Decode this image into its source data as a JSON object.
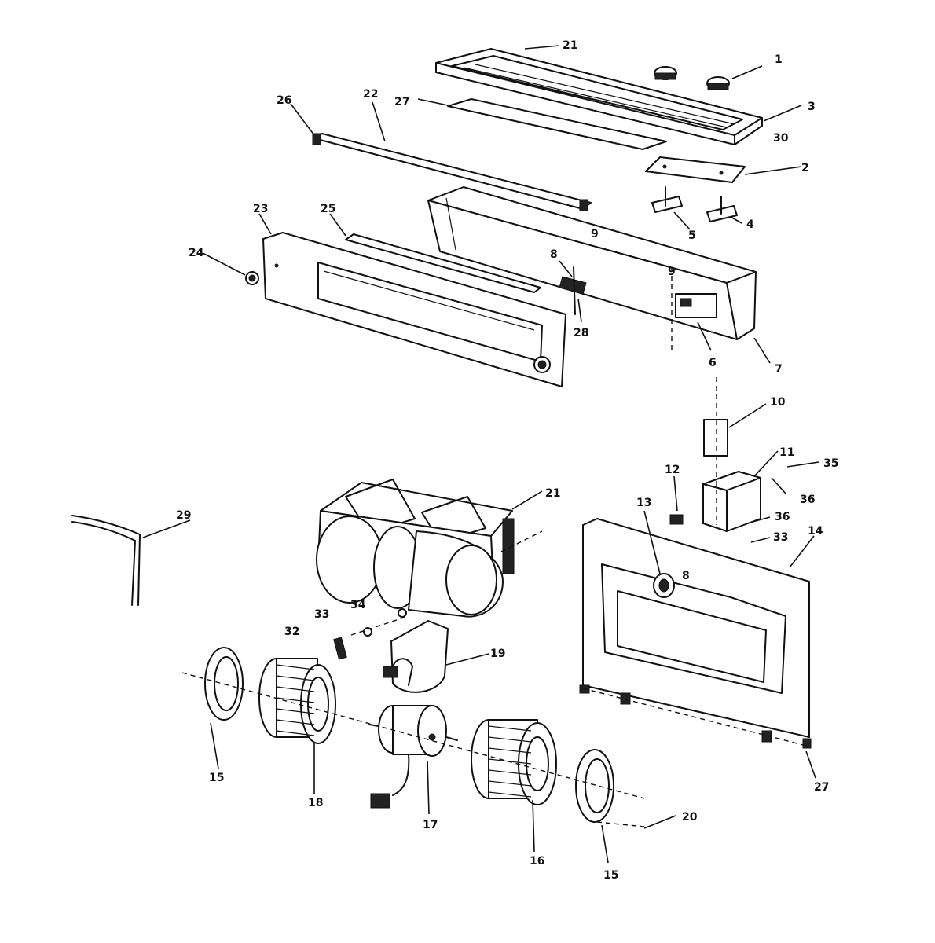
{
  "callouts": [
    {
      "label": "1"
    },
    {
      "label": "2"
    },
    {
      "label": "3"
    },
    {
      "label": "4"
    },
    {
      "label": "5"
    },
    {
      "label": "6"
    },
    {
      "label": "7"
    },
    {
      "label": "8"
    },
    {
      "label": "9"
    },
    {
      "label": "9"
    },
    {
      "label": "10"
    },
    {
      "label": "11"
    },
    {
      "label": "12"
    },
    {
      "label": "13"
    },
    {
      "label": "14"
    },
    {
      "label": "15"
    },
    {
      "label": "15"
    },
    {
      "label": "16"
    },
    {
      "label": "17"
    },
    {
      "label": "18"
    },
    {
      "label": "19"
    },
    {
      "label": "20"
    },
    {
      "label": "21"
    },
    {
      "label": "21"
    },
    {
      "label": "22"
    },
    {
      "label": "23"
    },
    {
      "label": "24"
    },
    {
      "label": "25"
    },
    {
      "label": "26"
    },
    {
      "label": "27"
    },
    {
      "label": "27"
    },
    {
      "label": "28"
    },
    {
      "label": "29"
    },
    {
      "label": "30"
    },
    {
      "label": "32"
    },
    {
      "label": "33"
    },
    {
      "label": "33"
    },
    {
      "label": "34"
    },
    {
      "label": "35"
    },
    {
      "label": "36"
    },
    {
      "label": "36"
    },
    {
      "label": "8"
    }
  ],
  "colors": {
    "ink": "#111111",
    "paper": "#ffffff"
  }
}
